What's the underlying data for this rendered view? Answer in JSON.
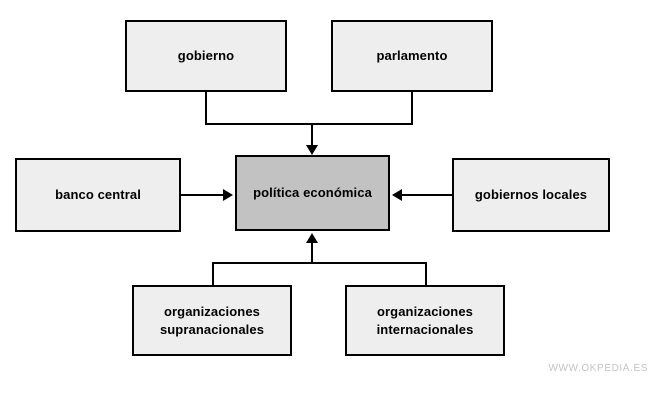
{
  "diagram": {
    "title": "política económica",
    "colors": {
      "background": "#ffffff",
      "node_fill": "#eeeeee",
      "center_node_fill": "#c2c2c2",
      "border": "#000000",
      "text": "#000000",
      "watermark": "#c3c3c3"
    },
    "nodes": {
      "gobierno": {
        "label": "gobierno"
      },
      "parlamento": {
        "label": "parlamento"
      },
      "banco_central": {
        "label": "banco central"
      },
      "politica_economica": {
        "label": "política económica"
      },
      "gobiernos_locales": {
        "label": "gobiernos locales"
      },
      "organizaciones_supranacionales": {
        "label": "organizaciones\nsupranacionales"
      },
      "organizaciones_internacionales": {
        "label": "organizaciones\ninternacionales"
      }
    },
    "edges": [
      {
        "from": "gobierno",
        "to": "politica_economica",
        "arrow": "down"
      },
      {
        "from": "parlamento",
        "to": "politica_economica",
        "arrow": "down"
      },
      {
        "from": "banco_central",
        "to": "politica_economica",
        "arrow": "right"
      },
      {
        "from": "gobiernos_locales",
        "to": "politica_economica",
        "arrow": "left"
      },
      {
        "from": "organizaciones_supranacionales",
        "to": "politica_economica",
        "arrow": "up"
      },
      {
        "from": "organizaciones_internacionales",
        "to": "politica_economica",
        "arrow": "up"
      }
    ]
  },
  "watermark": {
    "text": "WWW.OKPEDIA.ES"
  }
}
